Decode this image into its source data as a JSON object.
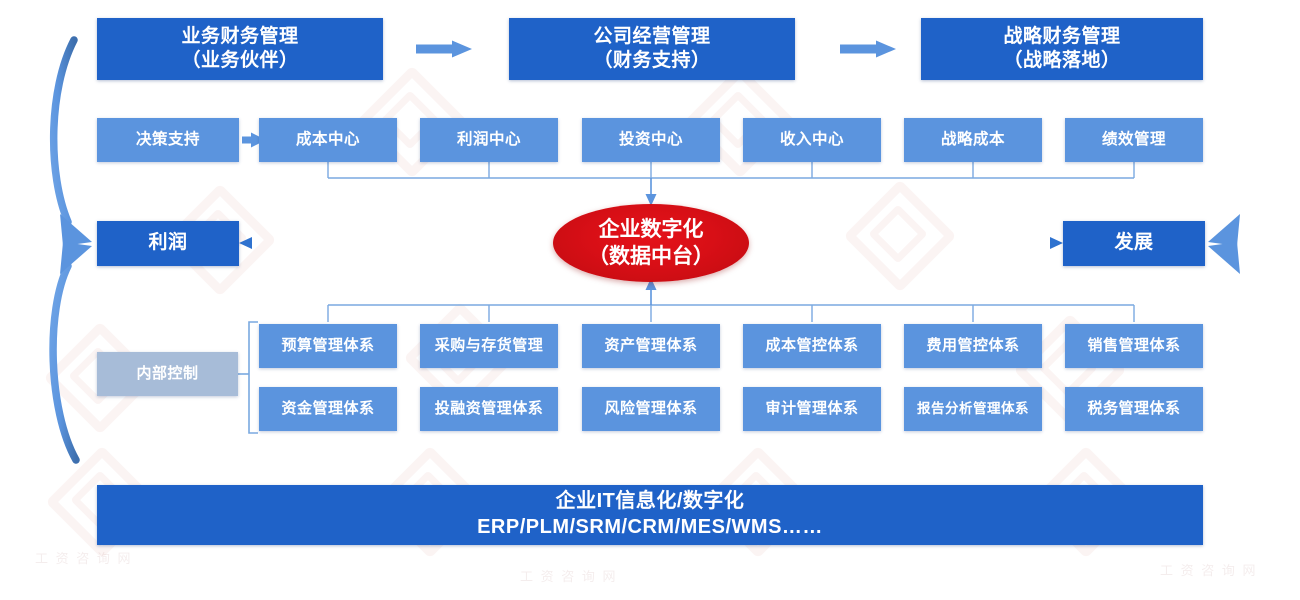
{
  "diagram": {
    "title_row": {
      "boxes": [
        {
          "line1": "业务财务管理",
          "line2": "（业务伙伴）",
          "plain": "业务财务管理(业务伙伴)"
        },
        {
          "line1": "公司经营管理",
          "line2": "（财务支持）",
          "plain": "公司经营管理(财务支持)"
        },
        {
          "line1": "战略财务管理",
          "line2": "（战略落地）",
          "plain": "战略财务管理(战略落地)"
        }
      ],
      "arrows": [
        "right-arrow",
        "right-arrow"
      ]
    },
    "function_row": {
      "boxes": [
        {
          "label": "决策支持",
          "style": "light"
        },
        {
          "label": "成本中心",
          "style": "light"
        },
        {
          "label": "利润中心",
          "style": "light"
        },
        {
          "label": "投资中心",
          "style": "light"
        },
        {
          "label": "收入中心",
          "style": "light"
        },
        {
          "label": "战略成本",
          "style": "light"
        },
        {
          "label": "绩效管理",
          "style": "light"
        }
      ],
      "inline_arrow": "right-arrow"
    },
    "center": {
      "line1": "企业数字化",
      "line2": "（数据中台）",
      "plain": "企业数字化（数据中台）",
      "color": "#d80f16"
    },
    "left_outcome": {
      "label": "利润"
    },
    "right_outcome": {
      "label": "发展"
    },
    "internal_control": {
      "label": "内部控制"
    },
    "systems": {
      "row1": [
        "预算管理体系",
        "采购与存货管理",
        "资产管理体系",
        "成本管控体系",
        "费用管控体系",
        "销售管理体系"
      ],
      "row2": [
        "资金管理体系",
        "投融资管理体系",
        "风险管理体系",
        "审计管理体系",
        "报告分析管理体系",
        "税务管理体系"
      ]
    },
    "footer_banner": {
      "line1": "企业IT信息化/数字化",
      "line2": "ERP/PLM/SRM/CRM/MES/WMS……",
      "plain": "企业IT信息化/数字化 ERP/PLM/SRM/CRM/MES/WMS……"
    },
    "side_brackets": {
      "left_top": "curved-arrow-up-left",
      "left_bottom": "curved-arrow-down-left",
      "right_top": "curved-arrow-up-right",
      "right_bottom": "curved-arrow-down-right"
    },
    "colors": {
      "dark_blue": "#1f62c8",
      "light_blue": "#5b94de",
      "grey_blue": "#a7bcd8",
      "red": "#d80f16",
      "connector": "#7aa9e0"
    },
    "watermark_text": "工 资 咨 询 网"
  }
}
